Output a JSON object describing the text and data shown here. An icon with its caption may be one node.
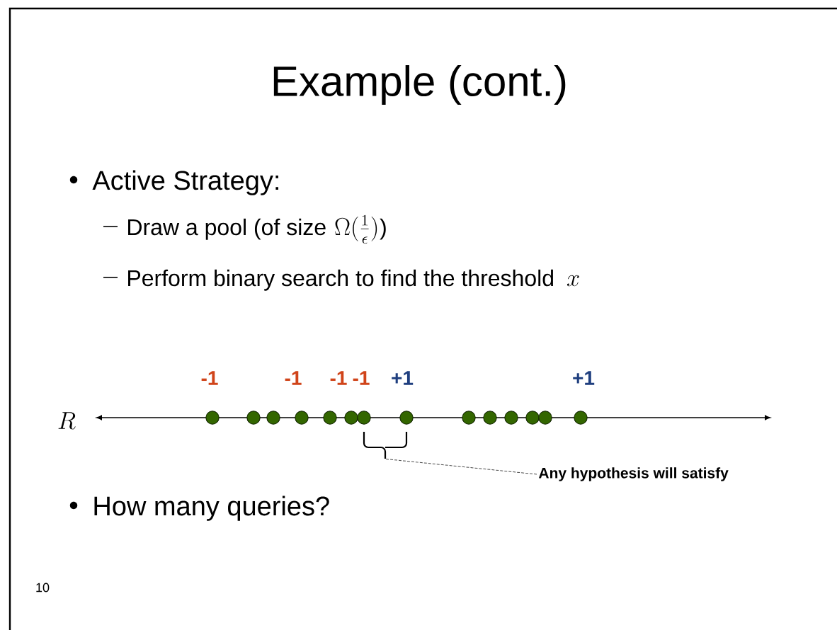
{
  "diagram": {
    "title": "Example (cont.)",
    "nodes": [
      {
        "text": [
          "Any hypothesis will satisfy"
        ]
      },
      {
        "text": [],
        "shape": "brace"
      }
    ],
    "edges": [
      {
        "from": 0,
        "to": 1,
        "arrow": "none",
        "style": "dashed"
      }
    ],
    "labels": [
      "Active Strategy:",
      "Draw a pool (of size",
      "\\Omega(\\frac{1}{\\epsilon})",
      ")",
      "Perform binary search to find the threshold",
      "x",
      "R",
      "-1",
      "-1",
      "-1",
      "-1",
      "+1",
      "+1",
      "How many queries?",
      "10"
    ]
  }
}
